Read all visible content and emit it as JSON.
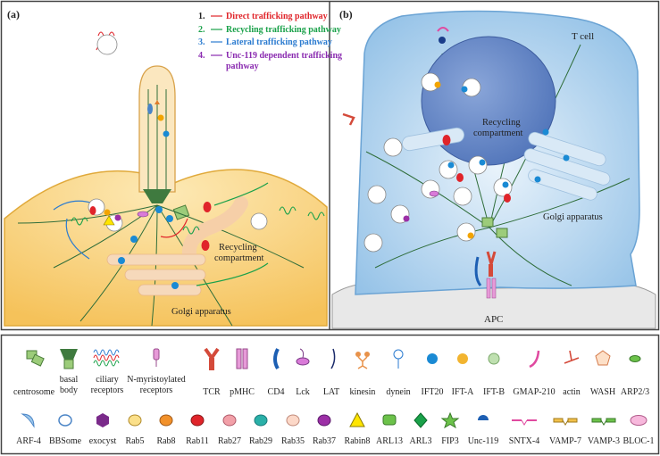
{
  "panel_a": {
    "label": "(a)",
    "pathways": [
      {
        "num": "1.",
        "text": "Direct trafficking pathway",
        "color": "#e0242a"
      },
      {
        "num": "2.",
        "text": "Recycling trafficking pathway",
        "color": "#1aa14a"
      },
      {
        "num": "3.",
        "text": "Lateral trafficking pathway",
        "color": "#2b7bd0"
      },
      {
        "num": "4.",
        "text": "Unc-119 dependent trafficking",
        "text2": "pathway",
        "color": "#8a2bb0"
      }
    ],
    "recycling_label_1": "Recycling",
    "recycling_label_2": "compartment",
    "golgi_label": "Golgi apparatus"
  },
  "panel_b": {
    "label": "(b)",
    "cell_label": "T cell",
    "recycling_label_1": "Recycling",
    "recycling_label_2": "compartment",
    "golgi_label": "Golgi apparatus",
    "apc_label": "APC"
  },
  "legend": {
    "row1": [
      {
        "icon": "centrosome-icon",
        "label": "centrosome"
      },
      {
        "icon": "basal-body-icon",
        "label": "basal",
        "label2": "body"
      },
      {
        "icon": "ciliary-receptors-icon",
        "label": "ciliary",
        "label2": "receptors"
      },
      {
        "icon": "n-myristoylated-receptors-icon",
        "label": "N-myristoylated",
        "label2": "receptors"
      },
      {
        "icon": "tcr-icon",
        "label": "TCR"
      },
      {
        "icon": "pmhc-icon",
        "label": "pMHC"
      },
      {
        "icon": "cd4-icon",
        "label": "CD4"
      },
      {
        "icon": "lck-icon",
        "label": "Lck"
      },
      {
        "icon": "lat-icon",
        "label": "LAT"
      },
      {
        "icon": "kinesin-icon",
        "label": "kinesin"
      },
      {
        "icon": "dynein-icon",
        "label": "dynein"
      },
      {
        "icon": "ift20-icon",
        "label": "IFT20"
      },
      {
        "icon": "ift-a-icon",
        "label": "IFT-A"
      },
      {
        "icon": "ift-b-icon",
        "label": "IFT-B"
      },
      {
        "icon": "gmap-210-icon",
        "label": "GMAP-210"
      },
      {
        "icon": "actin-icon",
        "label": "actin"
      },
      {
        "icon": "wash-icon",
        "label": "WASH"
      },
      {
        "icon": "arp23-icon",
        "label": "ARP2/3"
      }
    ],
    "row2": [
      {
        "icon": "arf-4-icon",
        "label": "ARF-4"
      },
      {
        "icon": "bbsome-icon",
        "label": "BBSome"
      },
      {
        "icon": "exocyst-icon",
        "label": "exocyst"
      },
      {
        "icon": "rab5-icon",
        "label": "Rab5"
      },
      {
        "icon": "rab8-icon",
        "label": "Rab8"
      },
      {
        "icon": "rab11-icon",
        "label": "Rab11"
      },
      {
        "icon": "rab27-icon",
        "label": "Rab27"
      },
      {
        "icon": "rab29-icon",
        "label": "Rab29"
      },
      {
        "icon": "rab35-icon",
        "label": "Rab35"
      },
      {
        "icon": "rab37-icon",
        "label": "Rab37"
      },
      {
        "icon": "rabin8-icon",
        "label": "Rabin8"
      },
      {
        "icon": "arl13-icon",
        "label": "ARL13"
      },
      {
        "icon": "arl3-icon",
        "label": "ARL3"
      },
      {
        "icon": "fip3-icon",
        "label": "FIP3"
      },
      {
        "icon": "unc-119-icon",
        "label": "Unc-119"
      },
      {
        "icon": "sntx-4-icon",
        "label": "SNTX-4"
      },
      {
        "icon": "vamp-7-icon",
        "label": "VAMP-7"
      },
      {
        "icon": "vamp-3-icon",
        "label": "VAMP-3"
      },
      {
        "icon": "bloc-1-icon",
        "label": "BLOC-1"
      }
    ]
  }
}
